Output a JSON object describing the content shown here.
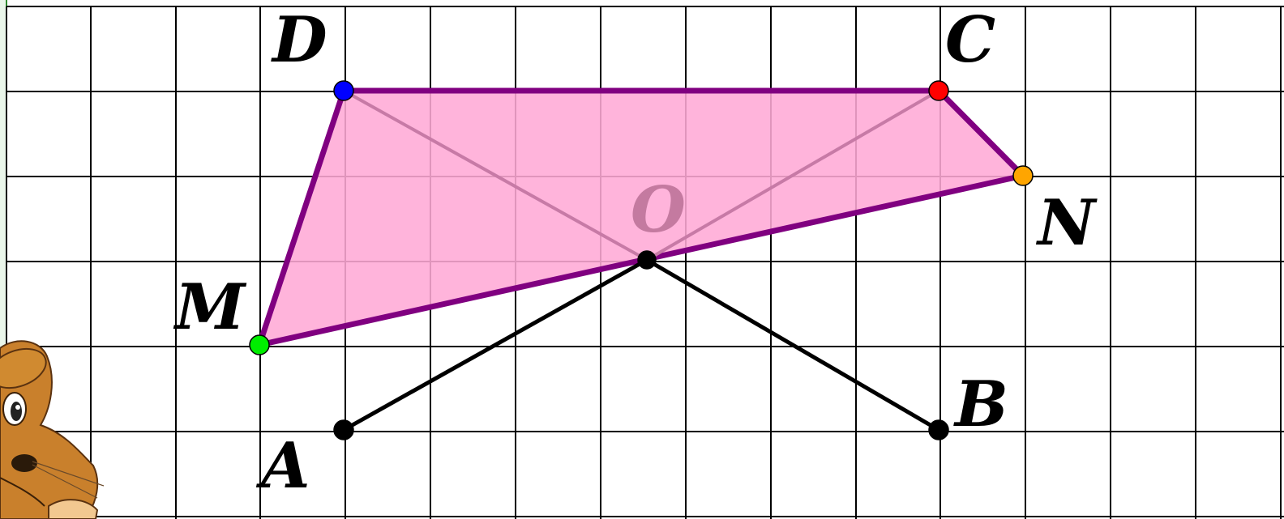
{
  "diagram": {
    "colors": {
      "background": "#ffffff",
      "grid": "#000000",
      "frame_green": "#2e8b2e",
      "quad_fill": "#ffaad6",
      "quad_stroke": "#800080",
      "diag_stroke": "#c77aa6",
      "segment": "#000000",
      "label": "#000000",
      "label_O": "#c47aa0"
    },
    "points": {
      "A": {
        "label": "A",
        "dot_color": "#000000"
      },
      "B": {
        "label": "B",
        "dot_color": "#000000"
      },
      "C": {
        "label": "C",
        "dot_color": "#ff0000"
      },
      "D": {
        "label": "D",
        "dot_color": "#0000ff"
      },
      "M": {
        "label": "M",
        "dot_color": "#00ee00"
      },
      "N": {
        "label": "N",
        "dot_color": "#ffa500"
      },
      "O": {
        "label": "O",
        "dot_color": "#000000"
      }
    },
    "polygon": {
      "name": "MDCN",
      "vertices": [
        "M",
        "D",
        "C",
        "N"
      ]
    },
    "diagonals": [
      [
        "D",
        "O"
      ],
      [
        "C",
        "O"
      ]
    ],
    "segments": [
      [
        "A",
        "O"
      ],
      [
        "O",
        "B"
      ]
    ],
    "mascot": {
      "icon": "cartoon-mouse-icon"
    }
  }
}
